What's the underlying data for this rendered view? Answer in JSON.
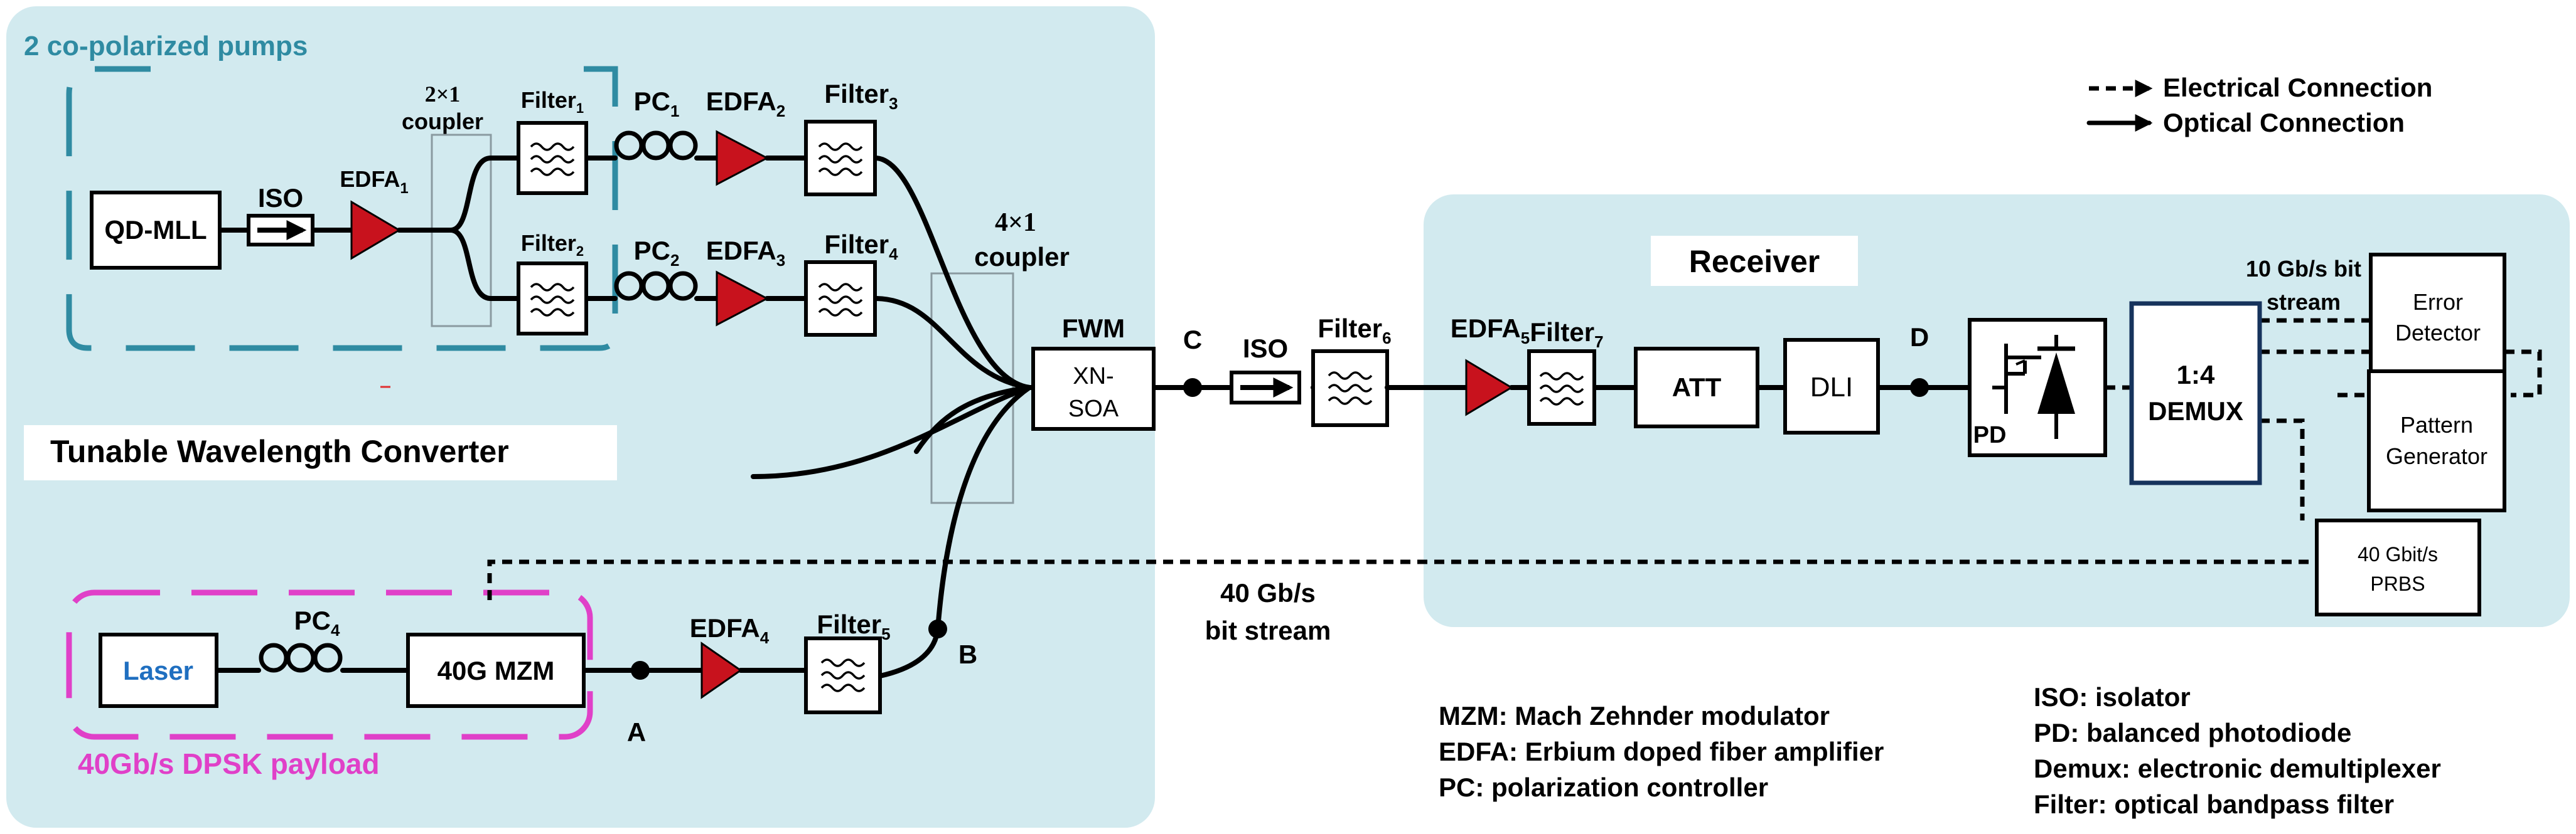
{
  "sections": {
    "converter_title": "Tunable Wavelength Converter",
    "pumps_title": "2 co-polarized pumps",
    "payload_title": "40Gb/s DPSK payload",
    "receiver_title": "Receiver"
  },
  "colors": {
    "panel_bg": "#d2eaef",
    "pumps_border": "#2f8ba2",
    "payload_border": "#e040c8",
    "amplifier": "#c8121d",
    "laser_text": "#1f6fc0",
    "demux_border": "#16335c"
  },
  "components": {
    "qd_mll": "QD-MLL",
    "iso": "ISO",
    "edfa1": {
      "base": "EDFA",
      "sub": "1"
    },
    "coupler_2x1": "2×1",
    "coupler_2x1_word": "coupler",
    "filter1": {
      "base": "Filter",
      "sub": "1"
    },
    "filter2": {
      "base": "Filter",
      "sub": "2"
    },
    "pc1": {
      "base": "PC",
      "sub": "1"
    },
    "pc2": {
      "base": "PC",
      "sub": "2"
    },
    "edfa2": {
      "base": "EDFA",
      "sub": "2"
    },
    "edfa3": {
      "base": "EDFA",
      "sub": "3"
    },
    "filter3": {
      "base": "Filter",
      "sub": "3"
    },
    "filter4": {
      "base": "Filter",
      "sub": "4"
    },
    "coupler_4x1": "4×1",
    "coupler_4x1_word": "coupler",
    "fwm": "FWM",
    "xn_soa_1": "XN-",
    "xn_soa_2": "SOA",
    "laser": "Laser",
    "pc4": {
      "base": "PC",
      "sub": "4"
    },
    "mzm": "40G MZM",
    "edfa4": {
      "base": "EDFA",
      "sub": "4"
    },
    "filter5": {
      "base": "Filter",
      "sub": "5"
    },
    "iso2": "ISO",
    "filter6": {
      "base": "Filter",
      "sub": "6"
    },
    "edfa5": {
      "base": "EDFA",
      "sub": "5"
    },
    "filter7": {
      "base": "Filter",
      "sub": "7"
    },
    "att": "ATT",
    "dli": "DLI",
    "pd": "PD",
    "demux_1": "1:4",
    "demux_2": "DEMUX",
    "error_detector_1": "Error",
    "error_detector_2": "Detector",
    "pattern_generator_1": "Pattern",
    "pattern_generator_2": "Generator",
    "prbs_1": "40 Gbit/s",
    "prbs_2": "PRBS",
    "stream_10g_1": "10 Gb/s bit",
    "stream_10g_2": "stream",
    "stream_40g_1": "40 Gb/s",
    "stream_40g_2": "bit stream"
  },
  "points": {
    "a": "A",
    "b": "B",
    "c": "C",
    "d": "D"
  },
  "legend": {
    "electrical": "Electrical Connection",
    "optical": "Optical Connection"
  },
  "abbreviations": {
    "left": [
      "MZM: Mach Zehnder modulator",
      "EDFA: Erbium doped fiber amplifier",
      "PC: polarization controller"
    ],
    "right": [
      "ISO: isolator",
      "PD: balanced photodiode",
      "Demux: electronic demultiplexer",
      "Filter: optical bandpass filter"
    ]
  }
}
